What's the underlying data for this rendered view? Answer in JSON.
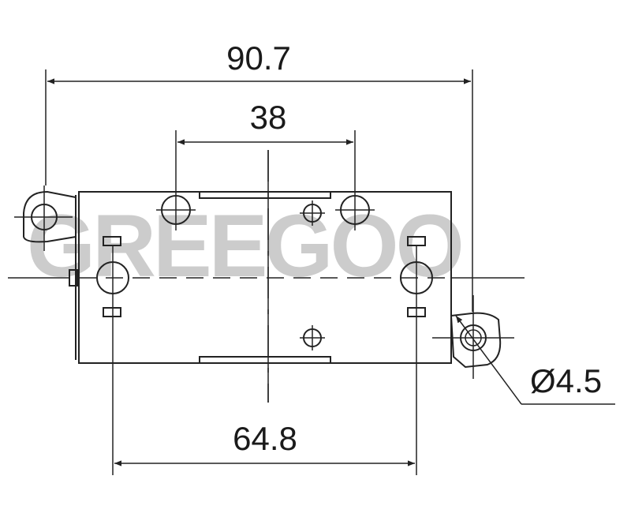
{
  "dimensions": {
    "overall_width": "90.7",
    "top_hole_spacing": "38",
    "bottom_hole_spacing": "64.8",
    "hole_diameter": "Ø4.5"
  },
  "watermark": {
    "text": "GREEGOO",
    "gray": "#c4c4c4",
    "accent": "#f0a3a3"
  },
  "colors": {
    "line": "#222222",
    "background": "#ffffff"
  }
}
